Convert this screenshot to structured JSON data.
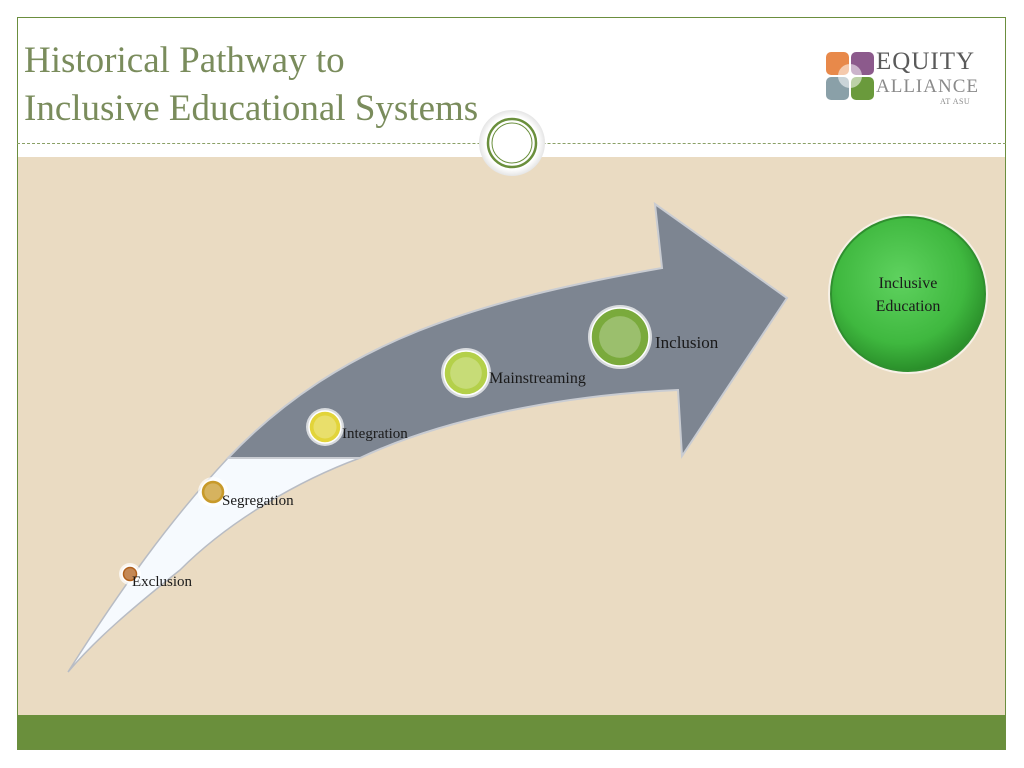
{
  "slide": {
    "title_line1": "Historical Pathway to",
    "title_line2": "Inclusive Educational Systems"
  },
  "logo": {
    "line1": "EQUITY",
    "line2": "ALLIANCE",
    "line3": "AT ASU",
    "colors": [
      "#e8894a",
      "#8c5a8c",
      "#8aa0a8",
      "#6a9a3c"
    ]
  },
  "diagram": {
    "stages": [
      {
        "label": "Exclusion",
        "color": "#b0601c"
      },
      {
        "label": "Segregation",
        "color": "#c89a2a"
      },
      {
        "label": "Integration",
        "color": "#e2d43a"
      },
      {
        "label": "Mainstreaming",
        "color": "#b4d04a"
      },
      {
        "label": "Inclusion",
        "color": "#7aaa3c"
      }
    ],
    "goal": {
      "line1": "Inclusive",
      "line2": "Education",
      "color": "#3fb83f"
    }
  },
  "theme": {
    "accent": "#6a8f3c",
    "panel_bg": "#eadbc2",
    "title_color": "#7a8c5c",
    "arrow_color": "#7d8591"
  }
}
